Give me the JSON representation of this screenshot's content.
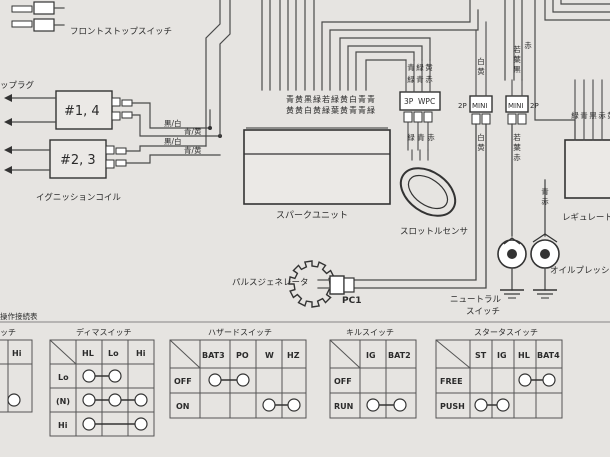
{
  "components": {
    "front_stop_switch": "フロントストップスイッチ",
    "spark_plug": "ップラグ",
    "coil_14": "#1, 4",
    "coil_23": "#2, 3",
    "ignition_coil": "イグニッションコイル",
    "spark_unit": "スパークユニット",
    "throttle_sensor": "スロットルセンサ",
    "regulator": "レギュレート レク",
    "oil_pressure": "オイルプレッシャス",
    "pulse_generator": "パルスジェネレータ",
    "pc1": "PC1",
    "neutral_switch": [
      "ニュートラル",
      "スイッチ"
    ],
    "wpc_connector": [
      "3P",
      "WPC"
    ],
    "mini_left": [
      "2P",
      "MINI"
    ],
    "mini_right": [
      "MINI",
      "2P"
    ]
  },
  "wire_labels": {
    "coil_14_a": "黒/白",
    "coil_14_b": "青/黄",
    "coil_23_a": "黒/白",
    "coil_23_b": "青/黄",
    "spark_unit_top": [
      "青",
      "黄",
      "黒",
      "緑",
      "若",
      "緑",
      "黄",
      "白",
      "青",
      "青"
    ],
    "spark_unit_bottom": [
      "黄",
      "黄",
      "白",
      "黄",
      "緑",
      "葉",
      "黄",
      "青",
      "青",
      "緑"
    ],
    "wpc_top": [
      "青",
      "緑",
      "黄"
    ],
    "wpc_top2": [
      "緑",
      "青",
      "赤"
    ],
    "wpc_bottom": [
      "緑",
      "青",
      "赤"
    ],
    "mini_left_top": [
      "白",
      "黄"
    ],
    "mini_left_bottom": [
      "白",
      "黄"
    ],
    "mini_right_top": [
      "若",
      "葉",
      "黒"
    ],
    "mini_right_top2": [
      "赤"
    ],
    "mini_right_bottom": [
      "若",
      "葉",
      "赤"
    ],
    "oil_wire": [
      "青",
      "赤"
    ],
    "regulator_wires": [
      "緑",
      "青",
      "黒",
      "赤",
      "黄"
    ]
  },
  "tables": {
    "header_fragment": "操作接続表",
    "first_switch_fragment": "ッチ",
    "first_switch_col": "Hi",
    "dimmer": {
      "title": "ディマスイッチ",
      "cols": [
        "HL",
        "Lo",
        "Hi"
      ],
      "rows": [
        "Lo",
        "(N)",
        "Hi"
      ]
    },
    "hazard": {
      "title": "ハザードスイッチ",
      "cols": [
        "BAT3",
        "PO",
        "W",
        "HZ"
      ],
      "rows": [
        "OFF",
        "ON"
      ]
    },
    "kill": {
      "title": "キルスイッチ",
      "cols": [
        "IG",
        "BAT2"
      ],
      "rows": [
        "OFF",
        "RUN"
      ]
    },
    "starter": {
      "title": "スタータスイッチ",
      "cols": [
        "ST",
        "IG",
        "HL",
        "BAT4"
      ],
      "rows": [
        "FREE",
        "PUSH"
      ]
    }
  }
}
